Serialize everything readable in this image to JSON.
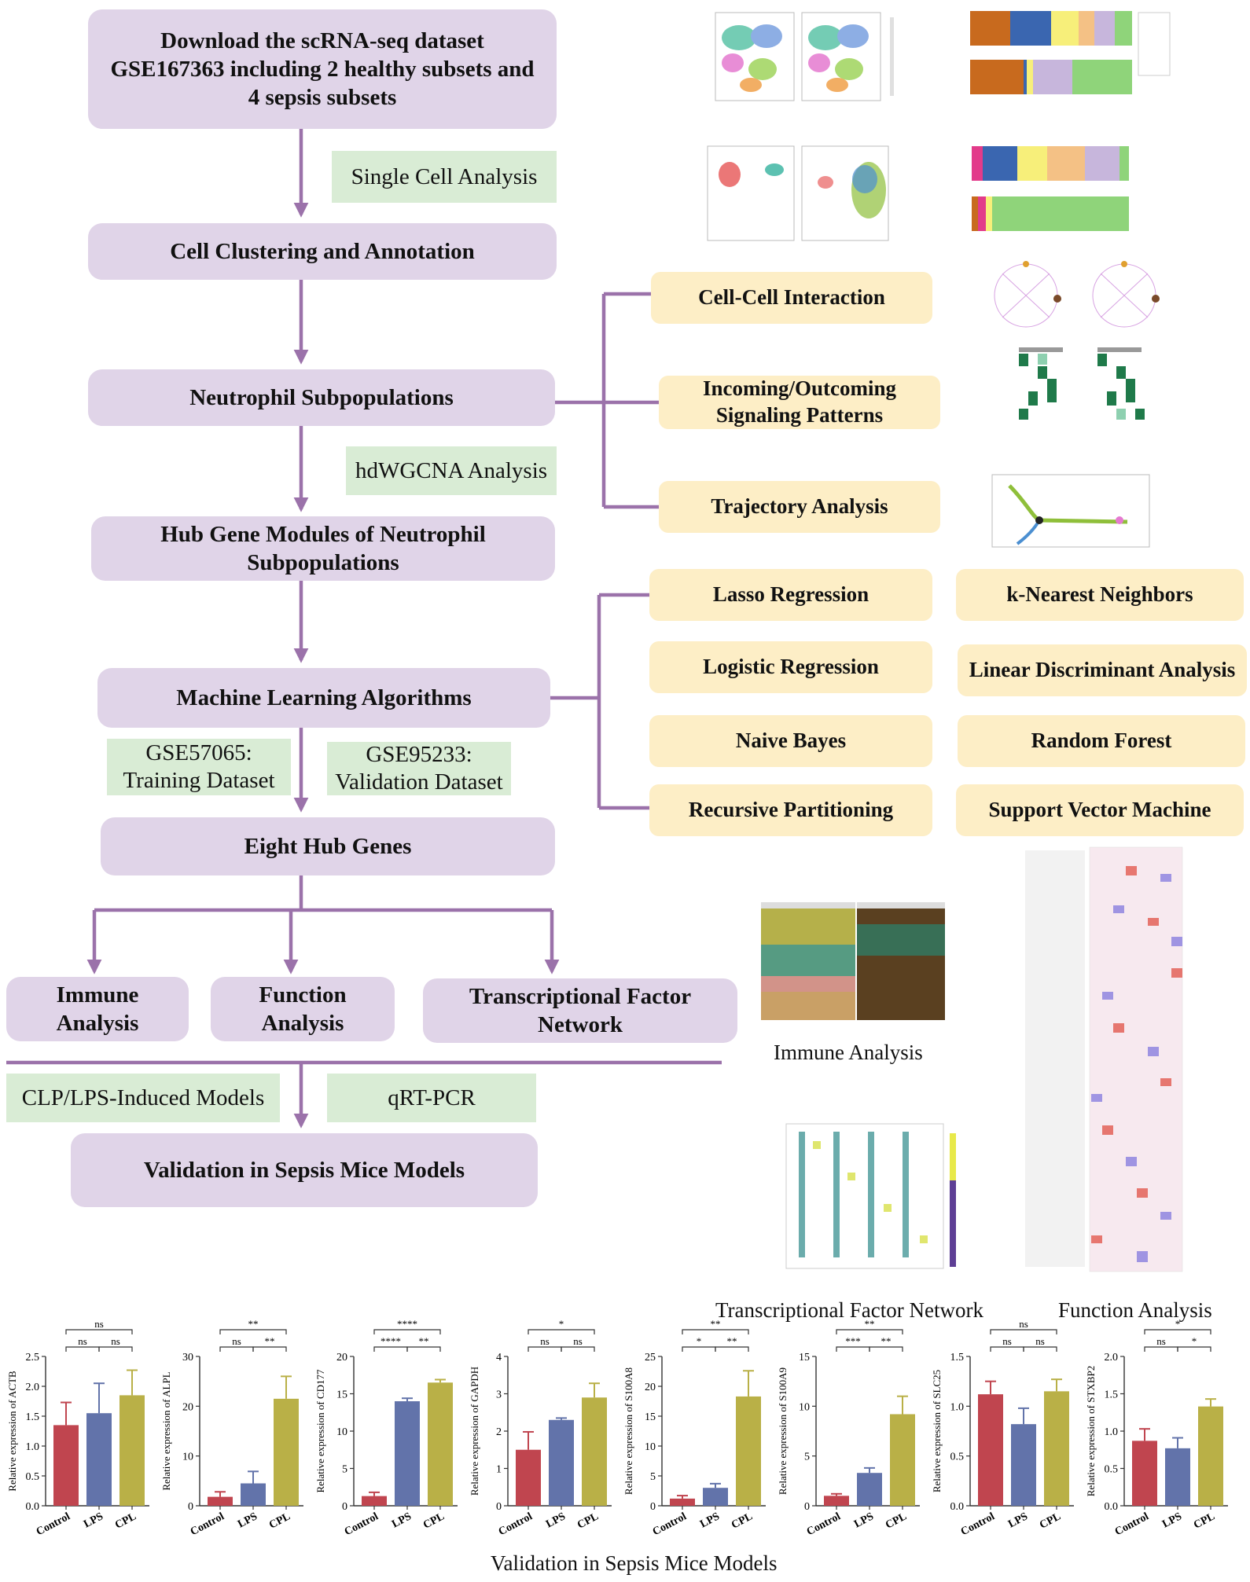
{
  "colors": {
    "main_box": "#e0d4e8",
    "method_box": "#fdeec6",
    "note_box": "#d9ecd5",
    "arrow": "#9b72aa",
    "bar_control": "#c0454f",
    "bar_lps": "#6273aa",
    "bar_cpl": "#b9b047"
  },
  "flow": {
    "download": "Download the scRNA-seq dataset GSE167363 including 2 healthy subsets and 4 sepsis subsets",
    "clustering": "Cell Clustering and Annotation",
    "neutrophil": "Neutrophil Subpopulations",
    "hub_modules": "Hub Gene Modules of Neutrophil Subpopulations",
    "ml": "Machine Learning Algorithms",
    "hub_genes": "Eight Hub Genes",
    "immune": "Immune Analysis",
    "function": "Function Analysis",
    "tf": "Transcriptional Factor Network",
    "validation": "Validation in Sepsis Mice Models"
  },
  "notes": {
    "single_cell": "Single Cell Analysis",
    "hdwgcna": "hdWGCNA Analysis",
    "training": "GSE57065: Training Dataset",
    "validation_ds": "GSE95233: Validation Dataset",
    "clp": "CLP/LPS-Induced Models",
    "qrtpcr": "qRT-PCR"
  },
  "neutrophil_methods": [
    "Cell-Cell Interaction",
    "Incoming/Outcoming Signaling Patterns",
    "Trajectory Analysis"
  ],
  "ml_methods": [
    "Lasso Regression",
    "k-Nearest Neighbors",
    "Logistic Regression",
    "Linear Discriminant Analysis",
    "Naive Bayes",
    "Random Forest",
    "Recursive Partitioning",
    "Support Vector Machine"
  ],
  "captions": {
    "immune": "Immune Analysis",
    "tf": "Transcriptional Factor Network",
    "function": "Function Analysis",
    "validation": "Validation in Sepsis Mice Models"
  },
  "chart_data": [
    {
      "type": "bar",
      "ylabel": "Relative expression of ACTB",
      "categories": [
        "Control",
        "LPS",
        "CPL"
      ],
      "values": [
        1.35,
        1.55,
        1.85
      ],
      "errors": [
        0.38,
        0.5,
        0.42
      ],
      "ylim": [
        0,
        2.5
      ],
      "ticks": [
        "0.0",
        "0.5",
        "1.0",
        "1.5",
        "2.0",
        "2.5"
      ],
      "sig": [
        [
          "ns",
          0,
          1
        ],
        [
          "ns",
          1,
          2
        ],
        [
          "ns",
          0,
          2
        ]
      ]
    },
    {
      "type": "bar",
      "ylabel": "Relative expression of ALPL",
      "categories": [
        "Control",
        "LPS",
        "CPL"
      ],
      "values": [
        1.8,
        4.5,
        21.5
      ],
      "errors": [
        1.0,
        2.4,
        4.5
      ],
      "ylim": [
        0,
        30
      ],
      "ticks": [
        "0",
        "10",
        "20",
        "30"
      ],
      "sig": [
        [
          "ns",
          0,
          1
        ],
        [
          "**",
          1,
          2
        ],
        [
          "**",
          0,
          2
        ]
      ]
    },
    {
      "type": "bar",
      "ylabel": "Relative expression of CD177",
      "categories": [
        "Control",
        "LPS",
        "CPL"
      ],
      "values": [
        1.3,
        14.0,
        16.5
      ],
      "errors": [
        0.5,
        0.4,
        0.4
      ],
      "ylim": [
        0,
        20
      ],
      "ticks": [
        "0",
        "5",
        "10",
        "15",
        "20"
      ],
      "sig": [
        [
          "****",
          0,
          1
        ],
        [
          "**",
          1,
          2
        ],
        [
          "****",
          0,
          2
        ]
      ]
    },
    {
      "type": "bar",
      "ylabel": "Relative expression of GAPDH",
      "categories": [
        "Control",
        "LPS",
        "CPL"
      ],
      "values": [
        1.5,
        2.3,
        2.9
      ],
      "errors": [
        0.48,
        0.05,
        0.38
      ],
      "ylim": [
        0,
        4
      ],
      "ticks": [
        "0",
        "1",
        "2",
        "3",
        "4"
      ],
      "sig": [
        [
          "ns",
          0,
          1
        ],
        [
          "ns",
          1,
          2
        ],
        [
          "*",
          0,
          2
        ]
      ]
    },
    {
      "type": "bar",
      "ylabel": "Relative expression of S100A8",
      "categories": [
        "Control",
        "LPS",
        "CPL"
      ],
      "values": [
        1.2,
        3.0,
        18.3
      ],
      "errors": [
        0.5,
        0.7,
        4.3
      ],
      "ylim": [
        0,
        25
      ],
      "ticks": [
        "0",
        "5",
        "10",
        "15",
        "20",
        "25"
      ],
      "sig": [
        [
          "*",
          0,
          1
        ],
        [
          "**",
          1,
          2
        ],
        [
          "**",
          0,
          2
        ]
      ]
    },
    {
      "type": "bar",
      "ylabel": "Relative expression of S100A9",
      "categories": [
        "Control",
        "LPS",
        "CPL"
      ],
      "values": [
        1.0,
        3.3,
        9.2
      ],
      "errors": [
        0.2,
        0.5,
        1.8
      ],
      "ylim": [
        0,
        15
      ],
      "ticks": [
        "0",
        "5",
        "10",
        "15"
      ],
      "sig": [
        [
          "***",
          0,
          1
        ],
        [
          "**",
          1,
          2
        ],
        [
          "**",
          0,
          2
        ]
      ]
    },
    {
      "type": "bar",
      "ylabel": "Relative expression of SLC25",
      "categories": [
        "Control",
        "LPS",
        "CPL"
      ],
      "values": [
        1.12,
        0.82,
        1.15
      ],
      "errors": [
        0.13,
        0.16,
        0.12
      ],
      "ylim": [
        0,
        1.5
      ],
      "ticks": [
        "0.0",
        "0.5",
        "1.0",
        "1.5"
      ],
      "sig": [
        [
          "ns",
          0,
          1
        ],
        [
          "ns",
          1,
          2
        ],
        [
          "ns",
          0,
          2
        ]
      ]
    },
    {
      "type": "bar",
      "ylabel": "Relative expression of STXBP2",
      "categories": [
        "Control",
        "LPS",
        "CPL"
      ],
      "values": [
        0.87,
        0.77,
        1.33
      ],
      "errors": [
        0.16,
        0.14,
        0.1
      ],
      "ylim": [
        0,
        2.0
      ],
      "ticks": [
        "0.0",
        "0.5",
        "1.0",
        "1.5",
        "2.0"
      ],
      "sig": [
        [
          "ns",
          0,
          1
        ],
        [
          "*",
          1,
          2
        ],
        [
          "*",
          0,
          2
        ]
      ]
    }
  ]
}
